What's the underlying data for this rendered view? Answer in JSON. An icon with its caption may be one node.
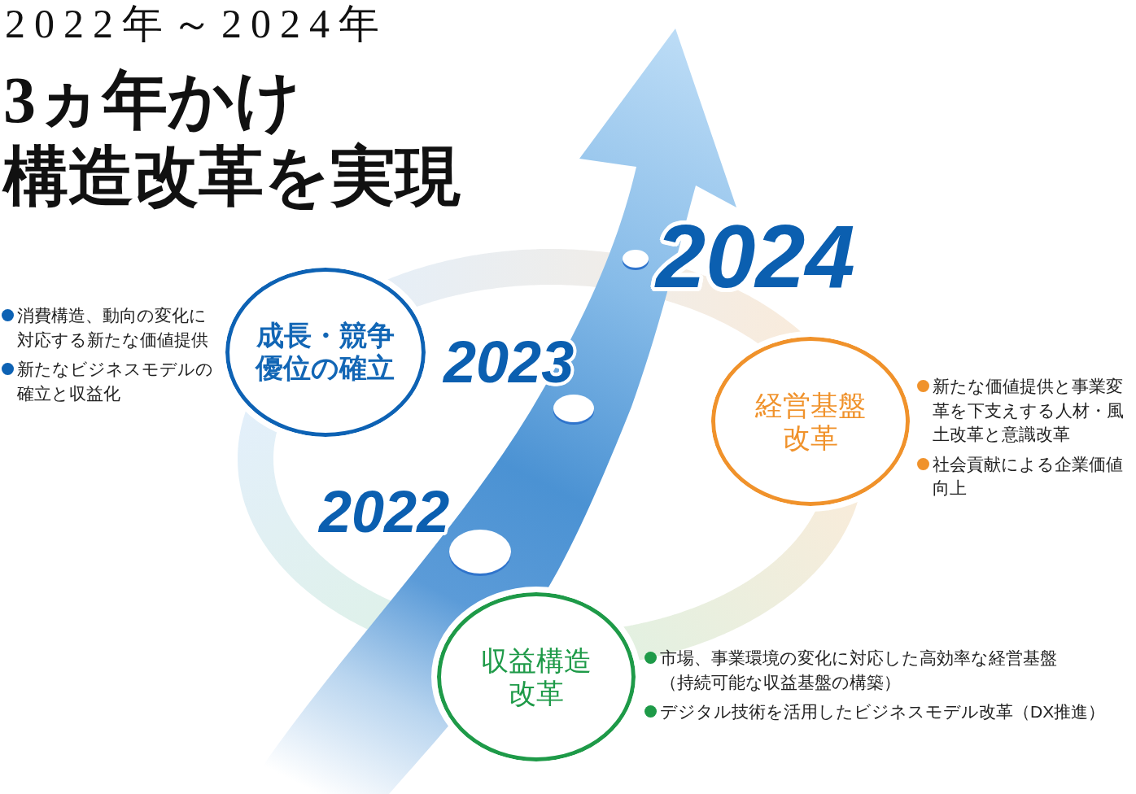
{
  "diagram": {
    "title": "3ヵ年かけ構造改革を実現",
    "nodes": [
      {
        "text": [
          "成長・競争優位の確立"
        ],
        "beside": [
          "消費構造、動向の変化に対応する新たな価値提供",
          "新たなビジネスモデルの確立と収益化"
        ]
      },
      {
        "text": [
          "経営基盤改革"
        ],
        "beside": [
          "新たな価値提供と事業変革を下支えする人材・風土改革と意識改革",
          "社会貢献による企業価値向上"
        ]
      },
      {
        "text": [
          "収益構造改革"
        ],
        "beside": [
          "市場、事業環境の変化に対応した高効率な経営基盤（持続可能な収益基盤の構築）",
          "デジタル技術を活用したビジネスモデル改革（DX推進）"
        ]
      }
    ],
    "labels": [
      "2022年～2024年",
      "2024",
      "2023",
      "2022"
    ]
  }
}
